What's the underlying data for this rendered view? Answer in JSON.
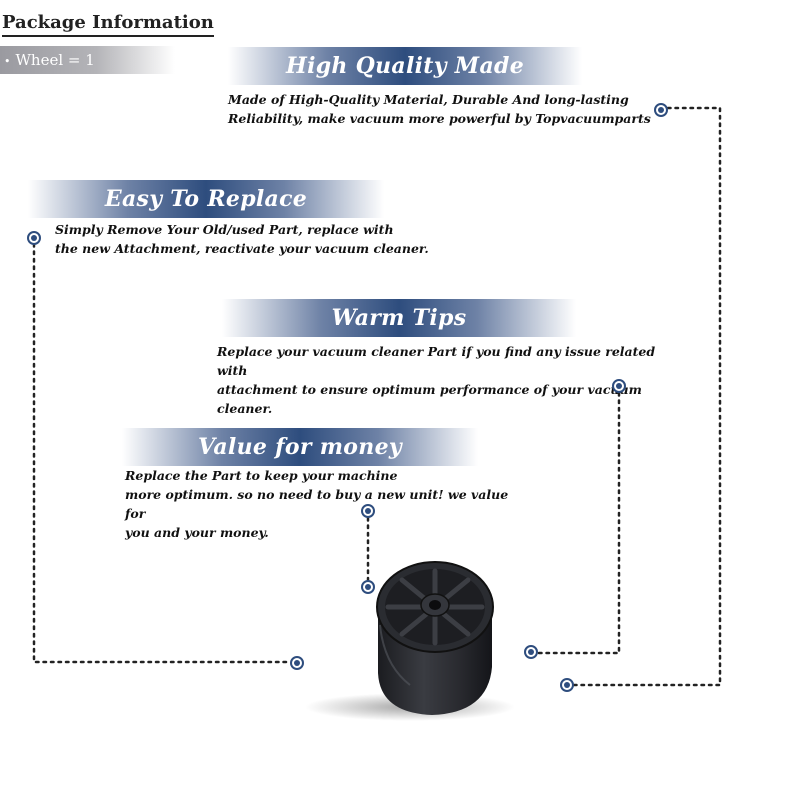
{
  "package": {
    "title": "Package Information",
    "item": "Wheel = 1",
    "bullet": "•"
  },
  "features": [
    {
      "title": "High Quality Made",
      "description": "Made of  High-Quality Material, Durable And long-lasting\nReliability, make vacuum more powerful by Topvacuumparts"
    },
    {
      "title": "Easy To Replace",
      "description": "Simply Remove Your Old/used Part, replace with\nthe new Attachment, reactivate your vacuum cleaner."
    },
    {
      "title": "Warm Tips",
      "description": "Replace your vacuum cleaner Part if you find any issue related with\nattachment to ensure optimum performance of your vacuum cleaner."
    },
    {
      "title": "Value for money",
      "description": "Replace the Part to keep your machine\nmore optimum. so no need to buy a new unit! we value for\nyou and your money."
    }
  ],
  "colors": {
    "accent": "#2e4d7e",
    "connector": "#222222"
  },
  "icons": {
    "bullet": "bullet-dot-icon",
    "connector_marker": "target-dot-icon",
    "product": "wheel-image"
  }
}
